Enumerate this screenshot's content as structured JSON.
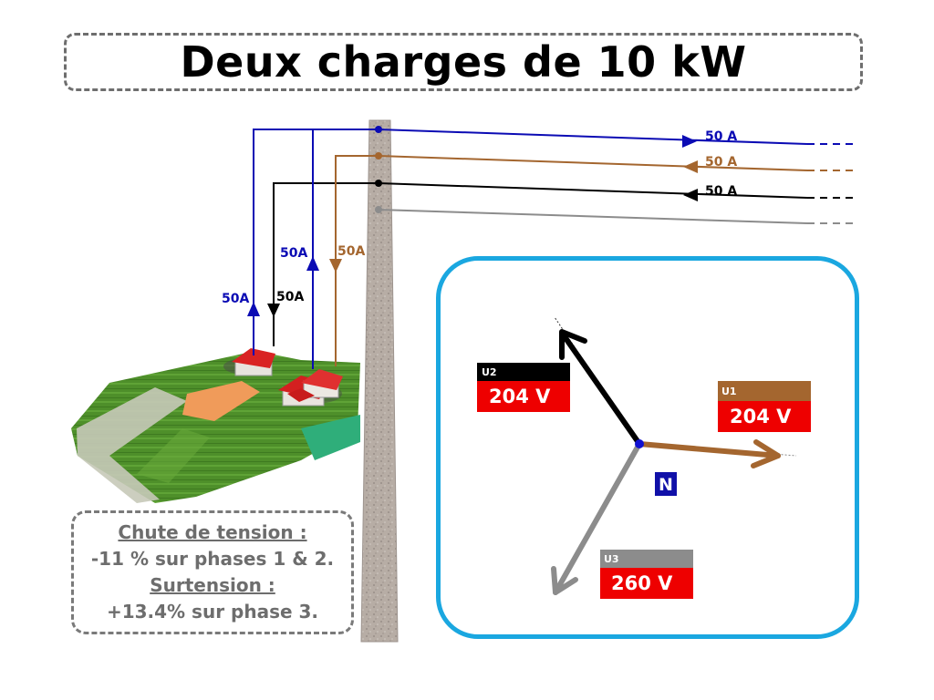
{
  "title": "Deux charges de 10 kW",
  "lines": {
    "phase1_current": "50 A",
    "phase2_current": "50 A",
    "phase3_current": "50 A"
  },
  "drops": {
    "blue_left": "50A",
    "black_left": "50A",
    "blue_right": "50A",
    "brown_right": "50A"
  },
  "colors": {
    "phase_blue": "#0b0bb4",
    "phase_brown": "#a4662f",
    "phase_black": "#000000",
    "neutral_gray": "#8c8c8c",
    "frame_cyan": "#1aa7e0",
    "label_red": "#ee0000"
  },
  "note": {
    "heading1": "Chute de tension :",
    "line1": "-11 % sur phases 1 & 2.",
    "heading2": "Surtension :",
    "line2": "+13.4% sur phase 3."
  },
  "phasor": {
    "neutral_label": "N",
    "u1": {
      "tag": "U1",
      "value": "204 V"
    },
    "u2": {
      "tag": "U2",
      "value": "204 V"
    },
    "u3": {
      "tag": "U3",
      "value": "260 V"
    }
  },
  "icons": [
    "pole",
    "house",
    "houses-cluster",
    "arrow-icon"
  ]
}
